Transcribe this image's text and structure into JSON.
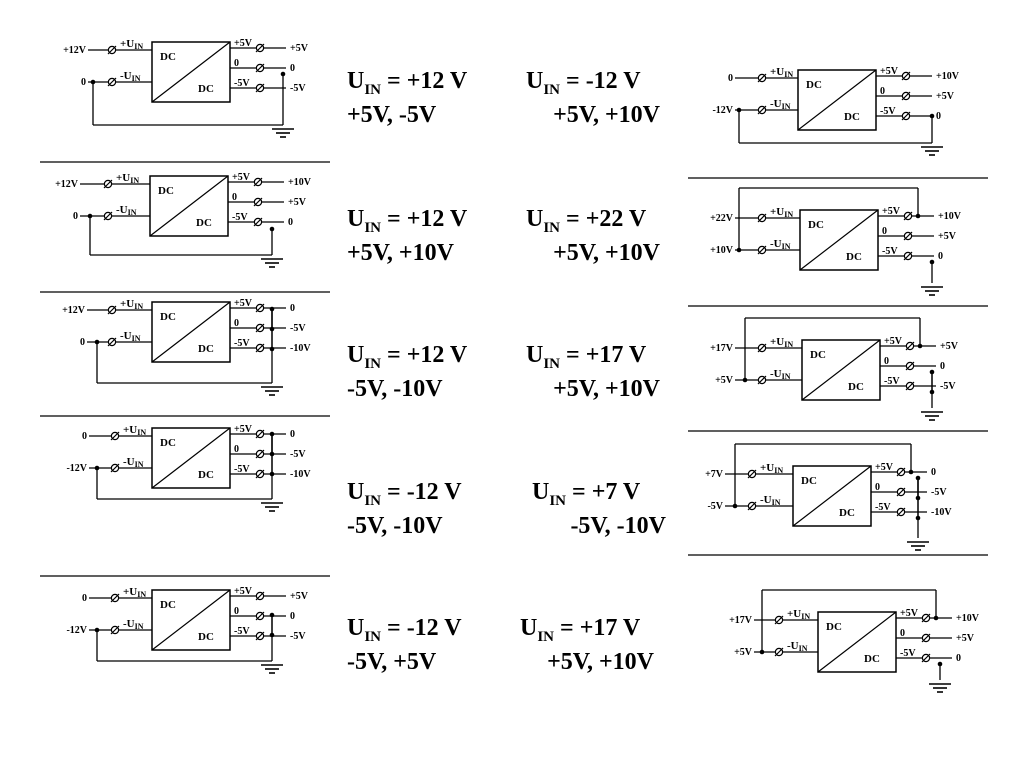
{
  "common": {
    "converter_left": "DC",
    "converter_right": "DC",
    "pos_input": "+U",
    "neg_input": "-U",
    "input_sub": "IN"
  },
  "configs": [
    {
      "id": "A",
      "out_top": "+5V",
      "out_mid": "0",
      "out_bot": "-5V",
      "in_top_label": "+12V",
      "in_bot_label": "0",
      "term_top": "+5V",
      "term_mid": "0",
      "term_bot": "-5V",
      "uin": "= +12 V",
      "outputs": "+5V, -5V"
    },
    {
      "id": "B",
      "out_top": "+5V",
      "out_mid": "0",
      "out_bot": "-5V",
      "in_top_label": "+12V",
      "in_bot_label": "0",
      "term_top": "+10V",
      "term_mid": "+5V",
      "term_bot": "0",
      "uin": "= +12 V",
      "outputs": "+5V, +10V"
    },
    {
      "id": "C",
      "out_top": "+5V",
      "out_mid": "0",
      "out_bot": "-5V",
      "in_top_label": "+12V",
      "in_bot_label": "0",
      "term_top": "0",
      "term_mid": "-5V",
      "term_bot": "-10V",
      "uin": "= +12 V",
      "outputs": "-5V, -10V"
    },
    {
      "id": "D",
      "out_top": "+5V",
      "out_mid": "0",
      "out_bot": "-5V",
      "in_top_label": "0",
      "in_bot_label": "-12V",
      "term_top": "0",
      "term_mid": "-5V",
      "term_bot": "-10V",
      "uin": "= -12 V",
      "outputs": "-5V, -10V"
    },
    {
      "id": "E",
      "out_top": "+5V",
      "out_mid": "0",
      "out_bot": "-5V",
      "in_top_label": "0",
      "in_bot_label": "-12V",
      "term_top": "+5V",
      "term_mid": "0",
      "term_bot": "-5V",
      "uin": "= -12 V",
      "outputs": "-5V, +5V"
    },
    {
      "id": "F",
      "out_top": "+5V",
      "out_mid": "0",
      "out_bot": "-5V",
      "in_top_label": "0",
      "in_bot_label": "-12V",
      "term_top": "+10V",
      "term_mid": "+5V",
      "term_bot": "0",
      "uin": "= -12 V",
      "outputs": "+5V, +10V"
    },
    {
      "id": "G",
      "out_top": "+5V",
      "out_mid": "0",
      "out_bot": "-5V",
      "in_top_label": "+22V",
      "in_bot_label": "+10V",
      "term_top": "+10V",
      "term_mid": "+5V",
      "term_bot": "0",
      "uin": "= +22 V",
      "outputs": "+5V, +10V"
    },
    {
      "id": "H",
      "out_top": "+5V",
      "out_mid": "0",
      "out_bot": "-5V",
      "in_top_label": "+17V",
      "in_bot_label": "+5V",
      "term_top": "+5V",
      "term_mid": "0",
      "term_bot": "-5V",
      "uin": "= +17 V",
      "outputs": "+5V, +10V"
    },
    {
      "id": "I",
      "out_top": "+5V",
      "out_mid": "0",
      "out_bot": "-5V",
      "in_top_label": "+7V",
      "in_bot_label": "-5V",
      "term_top": "0",
      "term_mid": "-5V",
      "term_bot": "-10V",
      "uin": "= +7 V",
      "outputs": "-5V, -10V"
    },
    {
      "id": "J",
      "out_top": "+5V",
      "out_mid": "0",
      "out_bot": "-5V",
      "in_top_label": "+17V",
      "in_bot_label": "+5V",
      "term_top": "+10V",
      "term_mid": "+5V",
      "term_bot": "0",
      "uin": "= +17 V",
      "outputs": "+5V, +10V"
    }
  ]
}
